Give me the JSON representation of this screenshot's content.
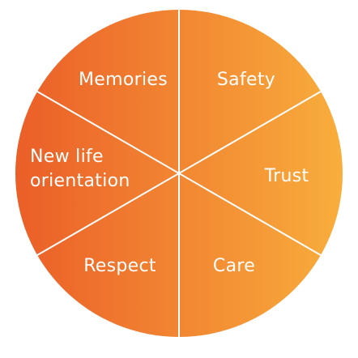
{
  "diagram": {
    "type": "segmented-wheel",
    "segments": [
      {
        "id": "safety",
        "lines": [
          "Safety"
        ]
      },
      {
        "id": "trust",
        "lines": [
          "Trust"
        ]
      },
      {
        "id": "care",
        "lines": [
          "Care"
        ]
      },
      {
        "id": "respect",
        "lines": [
          "Respect"
        ]
      },
      {
        "id": "new-life-orientation",
        "lines": [
          "New life",
          "orientation"
        ]
      },
      {
        "id": "memories",
        "lines": [
          "Memories"
        ]
      }
    ],
    "colors": {
      "gradient_start": "#EB5E28",
      "gradient_end": "#F8AE3C",
      "divider": "#ffffff",
      "text": "#ffffff"
    }
  }
}
